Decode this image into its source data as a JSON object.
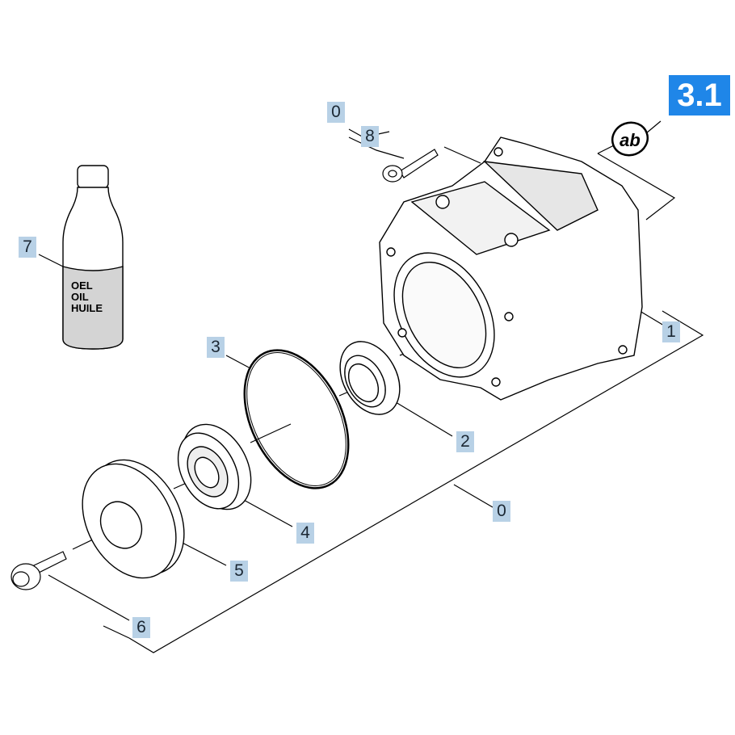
{
  "page_badge": "3.1",
  "variant_badge": "ab",
  "bottle_label": {
    "line1": "OEL",
    "line2": "OIL",
    "line3": "HUILE"
  },
  "callouts": {
    "c0_top": "0",
    "c8": "8",
    "c7": "7",
    "c3": "3",
    "c1": "1",
    "c2": "2",
    "c0_bottom": "0",
    "c4": "4",
    "c5": "5",
    "c6": "6"
  },
  "colors": {
    "badge_bg": "#1f86e8",
    "callout_bg": "#b8d1e6",
    "line": "#000000"
  }
}
